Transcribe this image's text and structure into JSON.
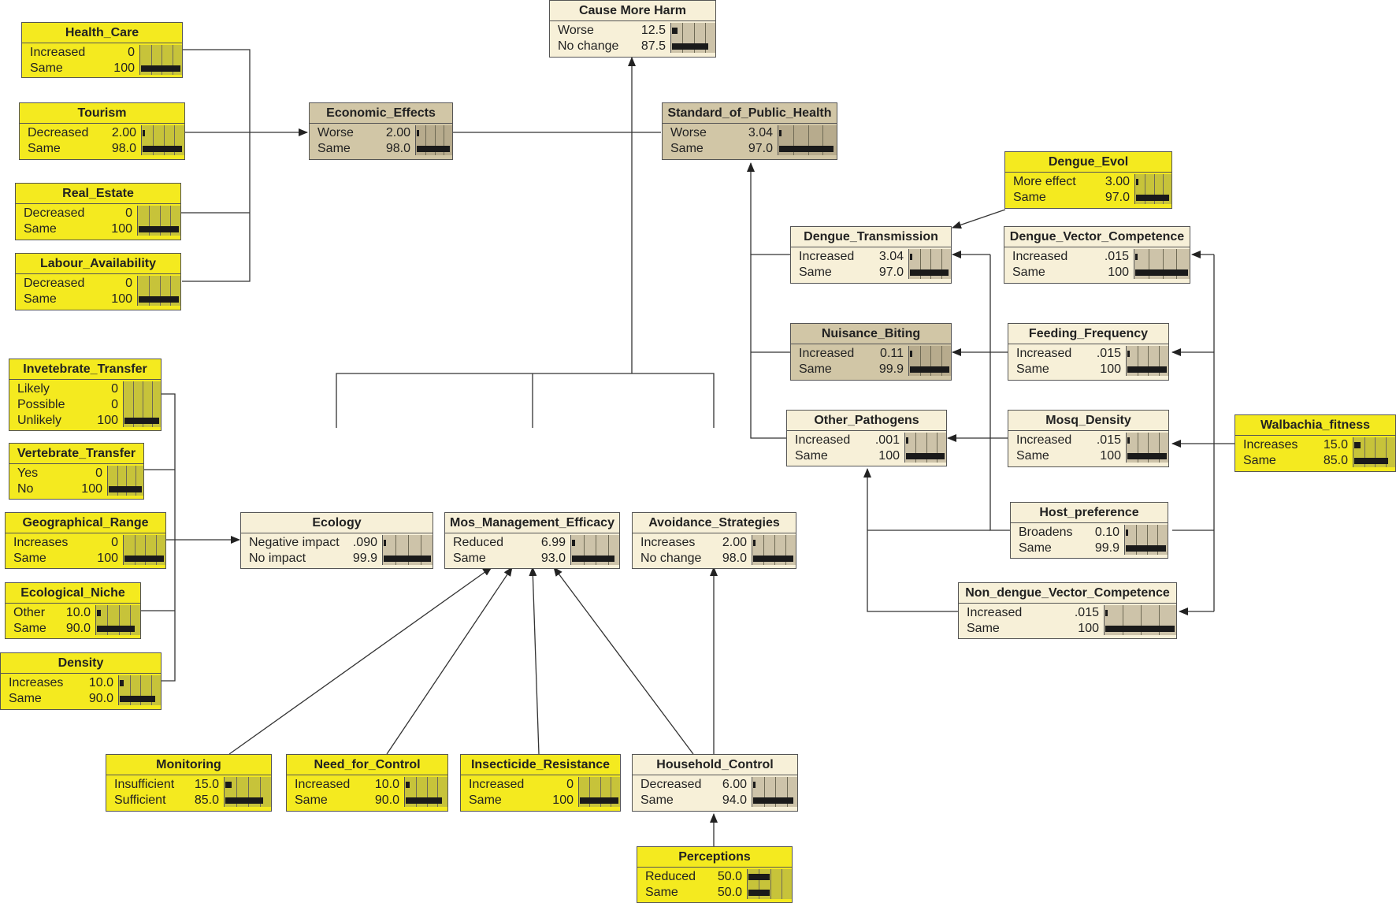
{
  "nodes": [
    {
      "id": "cause_more_harm",
      "title": "Cause More Harm",
      "color": "beige",
      "states": [
        {
          "label": "Worse",
          "value": "12.5",
          "pct": 12.5
        },
        {
          "label": "No change",
          "value": "87.5",
          "pct": 87.5
        }
      ]
    },
    {
      "id": "health_care",
      "title": "Health_Care",
      "color": "yellow",
      "states": [
        {
          "label": "Increased",
          "value": "0",
          "pct": 0
        },
        {
          "label": "Same",
          "value": "100",
          "pct": 100
        }
      ]
    },
    {
      "id": "tourism",
      "title": "Tourism",
      "color": "yellow",
      "states": [
        {
          "label": "Decreased",
          "value": "2.00",
          "pct": 2
        },
        {
          "label": "Same",
          "value": "98.0",
          "pct": 98
        }
      ]
    },
    {
      "id": "real_estate",
      "title": "Real_Estate",
      "color": "yellow",
      "states": [
        {
          "label": "Decreased",
          "value": "0",
          "pct": 0
        },
        {
          "label": "Same",
          "value": "100",
          "pct": 100
        }
      ]
    },
    {
      "id": "labour_availability",
      "title": "Labour_Availability",
      "color": "yellow",
      "states": [
        {
          "label": "Decreased",
          "value": "0",
          "pct": 0
        },
        {
          "label": "Same",
          "value": "100",
          "pct": 100
        }
      ]
    },
    {
      "id": "economic_effects",
      "title": "Economic_Effects",
      "color": "tan",
      "states": [
        {
          "label": "Worse",
          "value": "2.00",
          "pct": 2
        },
        {
          "label": "Same",
          "value": "98.0",
          "pct": 98
        }
      ]
    },
    {
      "id": "standard_of_public_health",
      "title": "Standard_of_Public_Health",
      "color": "tan",
      "states": [
        {
          "label": "Worse",
          "value": "3.04",
          "pct": 3.04
        },
        {
          "label": "Same",
          "value": "97.0",
          "pct": 97
        }
      ]
    },
    {
      "id": "dengue_evol",
      "title": "Dengue_Evol",
      "color": "yellow",
      "states": [
        {
          "label": "More effect",
          "value": "3.00",
          "pct": 3
        },
        {
          "label": "Same",
          "value": "97.0",
          "pct": 97
        }
      ]
    },
    {
      "id": "dengue_transmission",
      "title": "Dengue_Transmission",
      "color": "beige",
      "states": [
        {
          "label": "Increased",
          "value": "3.04",
          "pct": 3.04
        },
        {
          "label": "Same",
          "value": "97.0",
          "pct": 97
        }
      ]
    },
    {
      "id": "dengue_vector_competence",
      "title": "Dengue_Vector_Competence",
      "color": "beige",
      "states": [
        {
          "label": "Increased",
          "value": ".015",
          "pct": 0.015
        },
        {
          "label": "Same",
          "value": "100",
          "pct": 100
        }
      ]
    },
    {
      "id": "nuisance_biting",
      "title": "Nuisance_Biting",
      "color": "tan",
      "states": [
        {
          "label": "Increased",
          "value": "0.11",
          "pct": 0.11
        },
        {
          "label": "Same",
          "value": "99.9",
          "pct": 99.9
        }
      ]
    },
    {
      "id": "feeding_frequency",
      "title": "Feeding_Frequency",
      "color": "beige",
      "states": [
        {
          "label": "Increased",
          "value": ".015",
          "pct": 0.015
        },
        {
          "label": "Same",
          "value": "100",
          "pct": 100
        }
      ]
    },
    {
      "id": "other_pathogens",
      "title": "Other_Pathogens",
      "color": "beige",
      "states": [
        {
          "label": "Increased",
          "value": ".001",
          "pct": 0.001
        },
        {
          "label": "Same",
          "value": "100",
          "pct": 100
        }
      ]
    },
    {
      "id": "mosq_density",
      "title": "Mosq_Density",
      "color": "beige",
      "states": [
        {
          "label": "Increased",
          "value": ".015",
          "pct": 0.015
        },
        {
          "label": "Same",
          "value": "100",
          "pct": 100
        }
      ]
    },
    {
      "id": "walbachia_fitness",
      "title": "Walbachia_fitness",
      "color": "yellow",
      "states": [
        {
          "label": "Increases",
          "value": "15.0",
          "pct": 15
        },
        {
          "label": "Same",
          "value": "85.0",
          "pct": 85
        }
      ]
    },
    {
      "id": "host_preference",
      "title": "Host_preference",
      "color": "beige",
      "states": [
        {
          "label": "Broadens",
          "value": "0.10",
          "pct": 0.1
        },
        {
          "label": "Same",
          "value": "99.9",
          "pct": 99.9
        }
      ]
    },
    {
      "id": "non_dengue_vector_competence",
      "title": "Non_dengue_Vector_Competence",
      "color": "beige",
      "states": [
        {
          "label": "Increased",
          "value": ".015",
          "pct": 0.015
        },
        {
          "label": "Same",
          "value": "100",
          "pct": 100
        }
      ]
    },
    {
      "id": "invetebrate_transfer",
      "title": "Invetebrate_Transfer",
      "color": "yellow",
      "states": [
        {
          "label": "Likely",
          "value": "0",
          "pct": 0
        },
        {
          "label": "Possible",
          "value": "0",
          "pct": 0
        },
        {
          "label": "Unlikely",
          "value": "100",
          "pct": 100
        }
      ]
    },
    {
      "id": "vertebrate_transfer",
      "title": "Vertebrate_Transfer",
      "color": "yellow",
      "states": [
        {
          "label": "Yes",
          "value": "0",
          "pct": 0
        },
        {
          "label": "No",
          "value": "100",
          "pct": 100
        }
      ]
    },
    {
      "id": "geographical_range",
      "title": "Geographical_Range",
      "color": "yellow",
      "states": [
        {
          "label": "Increases",
          "value": "0",
          "pct": 0
        },
        {
          "label": "Same",
          "value": "100",
          "pct": 100
        }
      ]
    },
    {
      "id": "ecological_niche",
      "title": "Ecological_Niche",
      "color": "yellow",
      "states": [
        {
          "label": "Other",
          "value": "10.0",
          "pct": 10
        },
        {
          "label": "Same",
          "value": "90.0",
          "pct": 90
        }
      ]
    },
    {
      "id": "density",
      "title": "Density",
      "color": "yellow",
      "states": [
        {
          "label": "Increases",
          "value": "10.0",
          "pct": 10
        },
        {
          "label": "Same",
          "value": "90.0",
          "pct": 90
        }
      ]
    },
    {
      "id": "ecology",
      "title": "Ecology",
      "color": "beige",
      "states": [
        {
          "label": "Negative impact",
          "value": ".090",
          "pct": 0.09
        },
        {
          "label": "No impact",
          "value": "99.9",
          "pct": 99.9
        }
      ]
    },
    {
      "id": "mos_management_efficacy",
      "title": "Mos_Management_Efficacy",
      "color": "beige",
      "states": [
        {
          "label": "Reduced",
          "value": "6.99",
          "pct": 6.99
        },
        {
          "label": "Same",
          "value": "93.0",
          "pct": 93
        }
      ]
    },
    {
      "id": "avoidance_strategies",
      "title": "Avoidance_Strategies",
      "color": "beige",
      "states": [
        {
          "label": "Increases",
          "value": "2.00",
          "pct": 2
        },
        {
          "label": "No change",
          "value": "98.0",
          "pct": 98
        }
      ]
    },
    {
      "id": "monitoring",
      "title": "Monitoring",
      "color": "yellow",
      "states": [
        {
          "label": "Insufficient",
          "value": "15.0",
          "pct": 15
        },
        {
          "label": "Sufficient",
          "value": "85.0",
          "pct": 85
        }
      ]
    },
    {
      "id": "need_for_control",
      "title": "Need_for_Control",
      "color": "yellow",
      "states": [
        {
          "label": "Increased",
          "value": "10.0",
          "pct": 10
        },
        {
          "label": "Same",
          "value": "90.0",
          "pct": 90
        }
      ]
    },
    {
      "id": "insecticide_resistance",
      "title": "Insecticide_Resistance",
      "color": "yellow",
      "states": [
        {
          "label": "Increased",
          "value": "0",
          "pct": 0
        },
        {
          "label": "Same",
          "value": "100",
          "pct": 100
        }
      ]
    },
    {
      "id": "household_control",
      "title": "Household_Control",
      "color": "beige",
      "states": [
        {
          "label": "Decreased",
          "value": "6.00",
          "pct": 6
        },
        {
          "label": "Same",
          "value": "94.0",
          "pct": 94
        }
      ]
    },
    {
      "id": "perceptions",
      "title": "Perceptions",
      "color": "yellow",
      "states": [
        {
          "label": "Reduced",
          "value": "50.0",
          "pct": 50
        },
        {
          "label": "Same",
          "value": "50.0",
          "pct": 50
        }
      ]
    }
  ]
}
